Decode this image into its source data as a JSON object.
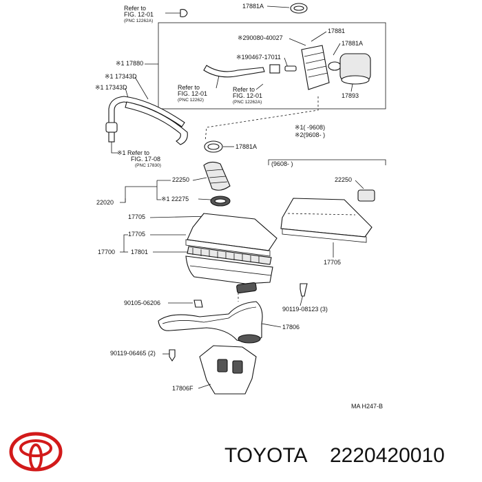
{
  "labels": {
    "refer_top_1": "Refer to",
    "refer_top_2": "FIG. 12-01",
    "refer_top_3": "(PNC 12262A)",
    "p17881A_top": "17881A",
    "p290080": "※290080-40027",
    "p17881": "17881",
    "p17881A_box": "17881A",
    "p190467": "※190467-17011",
    "p17880": "※1 17880",
    "p17343D_a": "※1 17343D",
    "p17343D_b": "※1 17343D",
    "refer_mid_left_1": "Refer to",
    "refer_mid_left_2": "FIG. 12-01",
    "refer_mid_left_3": "(PNC 12262)",
    "refer_mid_right_1": "Refer to",
    "refer_mid_right_2": "FIG. 12-01",
    "refer_mid_right_3": "(PNC 12262A)",
    "p17893": "17893",
    "note1": "※1(       -9608)",
    "note2": "※2(9608-           )",
    "refer_lower_1": "※1 Refer to",
    "refer_lower_2": "FIG. 17-08",
    "refer_lower_3": "(PNC 17830)",
    "p17881A_mid": "17881A",
    "range_9608": "(9608-          )",
    "p22250_left": "22250",
    "p22250_right": "22250",
    "p22020": "22020",
    "p22275": "※1 22275",
    "p17705_a": "17705",
    "p17705_b": "17705",
    "p17700": "17700",
    "p17801": "17801",
    "p17705_right": "17705",
    "p90105": "90105-06206",
    "p90119_08123": "90119-08123 (3)",
    "p17806": "17806",
    "p90119_06465": "90119-06465 (2)",
    "p17806F": "17806F",
    "diagram_code": "MA  H247-B"
  },
  "footer": {
    "brand": "TOYOTA",
    "part_number": "2220420010"
  }
}
